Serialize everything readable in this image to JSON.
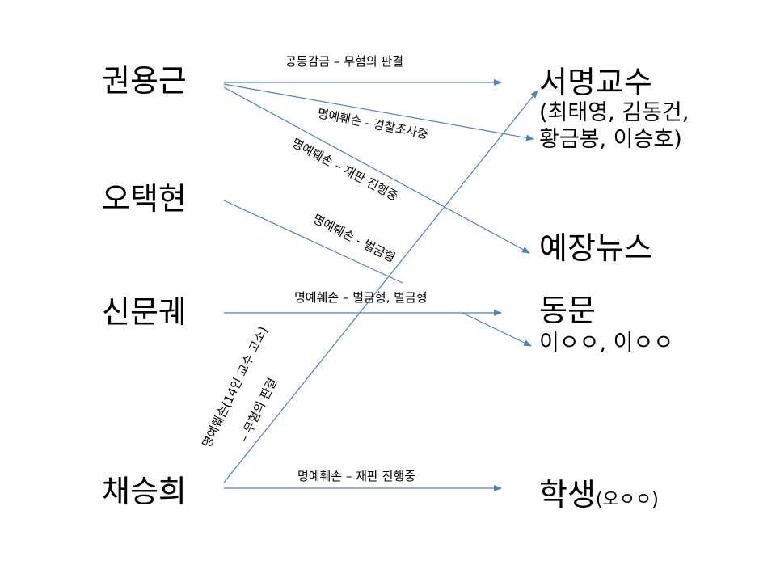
{
  "left_nodes": {
    "kwon": "권용근",
    "oh": "오택현",
    "shin": "신문궤",
    "chae": "채승희"
  },
  "right_nodes": {
    "profs": "서명교수",
    "profs_names_1": "(최태영, 김동건,",
    "profs_names_2": "황금봉, 이승호)",
    "yejang": "예장뉴스",
    "dongmun": "동문",
    "dongmun_names": "이ㅇㅇ, 이ㅇㅇ",
    "student": "학생",
    "student_names": "(오ㅇㅇ)"
  },
  "edges": {
    "kwon_profs": "공동감금 – 무혐의 판결",
    "kwon_profs_2": "명예훼손 - 경찰조사중",
    "kwon_yejang": "명예훼손 – 재판 진행중",
    "oh_dongmun": "명예훼손 - 벌금형",
    "shin_dongmun": "명예훼손 –  벌금형,  벌금형",
    "chae_profs_1": "명예훼손(14인 교수 고소)",
    "chae_profs_2": "– 무혐의 판결",
    "chae_student": "명예훼손 – 재판 진행중"
  },
  "colors": {
    "edge": "#4f81bd",
    "text": "#000000"
  }
}
